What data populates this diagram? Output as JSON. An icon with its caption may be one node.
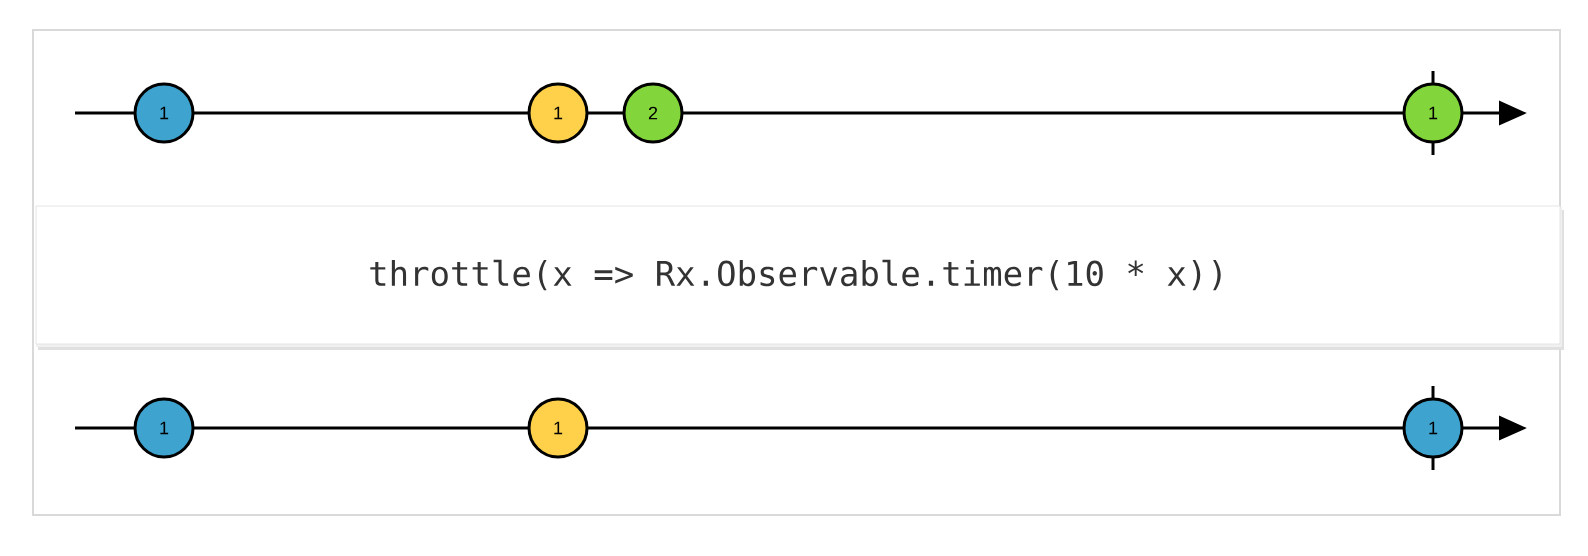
{
  "diagram": {
    "nodes": [
      {
        "text": [
          "1"
        ]
      },
      {
        "text": [
          "1"
        ]
      },
      {
        "text": [
          "2"
        ]
      },
      {
        "text": [
          "1"
        ]
      },
      {
        "text": [
          "throttle(x => Rx.Observable.timer(10 * x))"
        ]
      },
      {
        "text": [
          "1"
        ]
      },
      {
        "text": [
          "1"
        ]
      },
      {
        "text": [
          "1"
        ]
      }
    ]
  }
}
